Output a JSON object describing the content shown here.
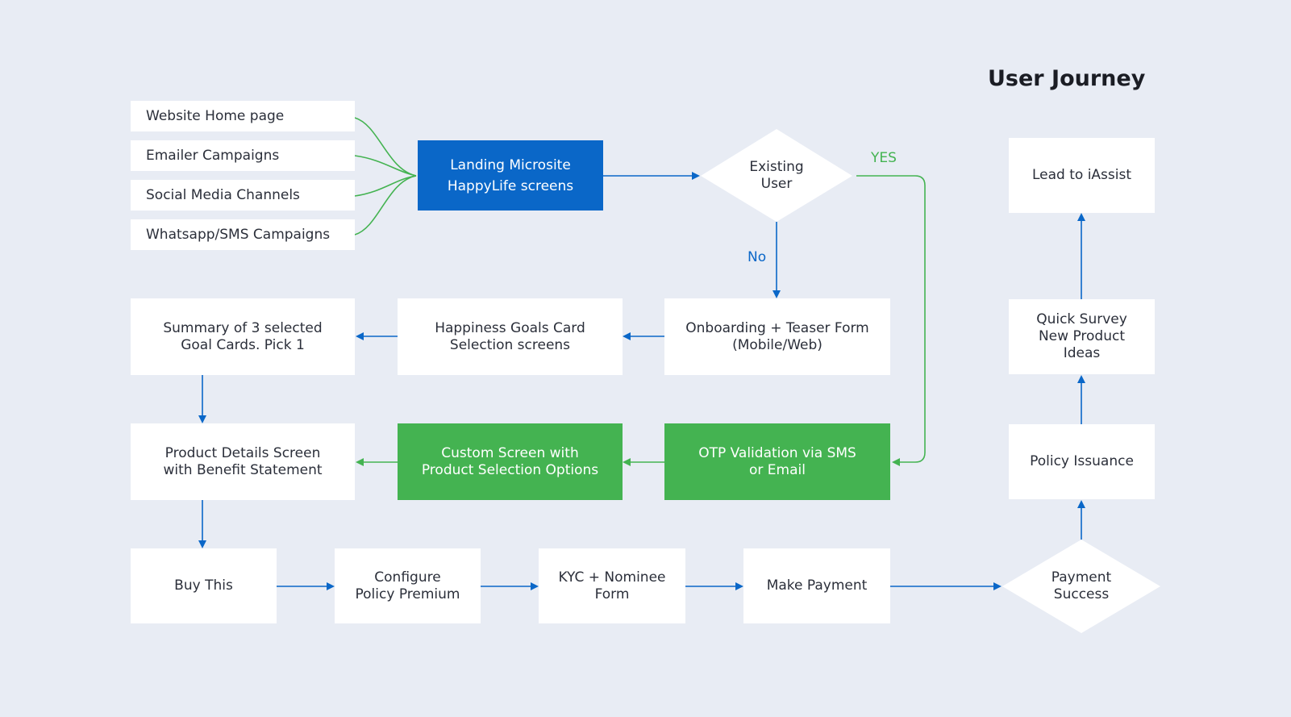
{
  "title": "User Journey",
  "nodes": {
    "website_home": "Website Home page",
    "emailer": "Emailer Campaigns",
    "social": "Social Media Channels",
    "whatsapp": "Whatsapp/SMS Campaigns",
    "landing": "Landing Microsite\nHappyLife screens",
    "existing_user": "Existing\nUser",
    "onboarding": "Onboarding + Teaser Form\n(Mobile/Web)",
    "happiness": "Happiness Goals Card\nSelection screens",
    "summary": "Summary of 3 selected\nGoal Cards. Pick 1",
    "product_details": "Product Details Screen\nwith Benefit Statement",
    "custom_screen": "Custom Screen with\nProduct Selection Options",
    "otp": "OTP Validation via SMS\nor Email",
    "buy": "Buy This",
    "configure": "Configure\nPolicy Premium",
    "kyc": "KYC + Nominee\nForm",
    "payment": "Make Payment",
    "payment_success": "Payment\nSuccess",
    "policy_issuance": "Policy Issuance",
    "quick_survey": "Quick Survey\nNew Product\nIdeas",
    "lead": "Lead to iAssist"
  },
  "edge_labels": {
    "yes": "YES",
    "no": "No"
  },
  "colors": {
    "background": "#e8ecf4",
    "blue": "#0a67c8",
    "green": "#44b351",
    "box": "#ffffff",
    "text": "#2b2f3a"
  }
}
